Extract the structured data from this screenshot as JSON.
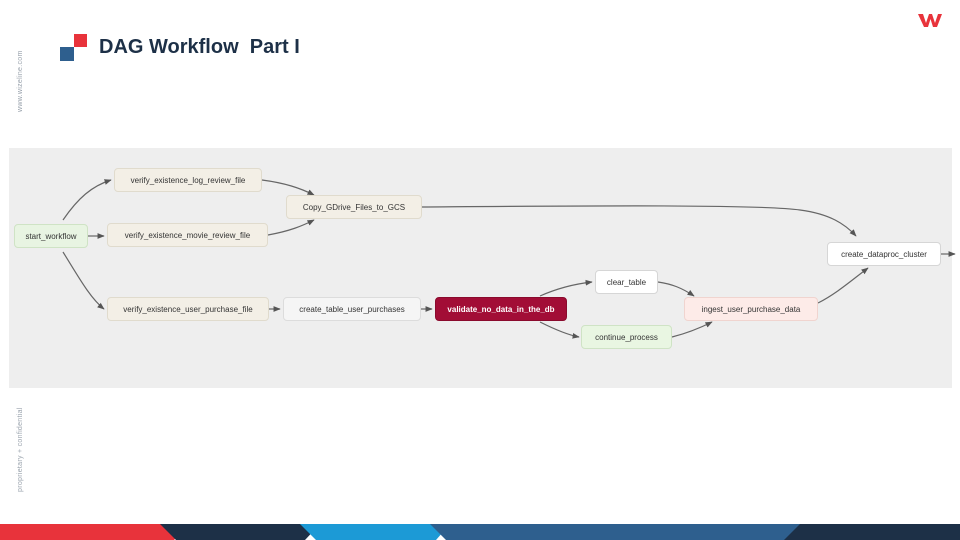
{
  "slide": {
    "title": "DAG Workflow  Part I",
    "side_url": "www.wizeline.com",
    "side_confidential": "proprietary + confidential"
  },
  "colors": {
    "accent_red": "#e8333b",
    "accent_blue": "#2e5f8e",
    "validate_node": "#a20d36",
    "start_node": "#e8f4e2",
    "ingest_node": "#fdebe8"
  },
  "dag": {
    "nodes": {
      "start_workflow": "start_workflow",
      "verify_log": "verify_existence_log_review_file",
      "verify_movie": "verify_existence_movie_review_file",
      "verify_user": "verify_existence_user_purchase_file",
      "copy_gdrive": "Copy_GDrive_Files_to_GCS",
      "create_table": "create_table_user_purchases",
      "validate": "validate_no_data_in_the_db",
      "clear_table": "clear_table",
      "continue_process": "continue_process",
      "ingest": "ingest_user_purchase_data",
      "create_cluster": "create_dataproc_cluster"
    }
  }
}
